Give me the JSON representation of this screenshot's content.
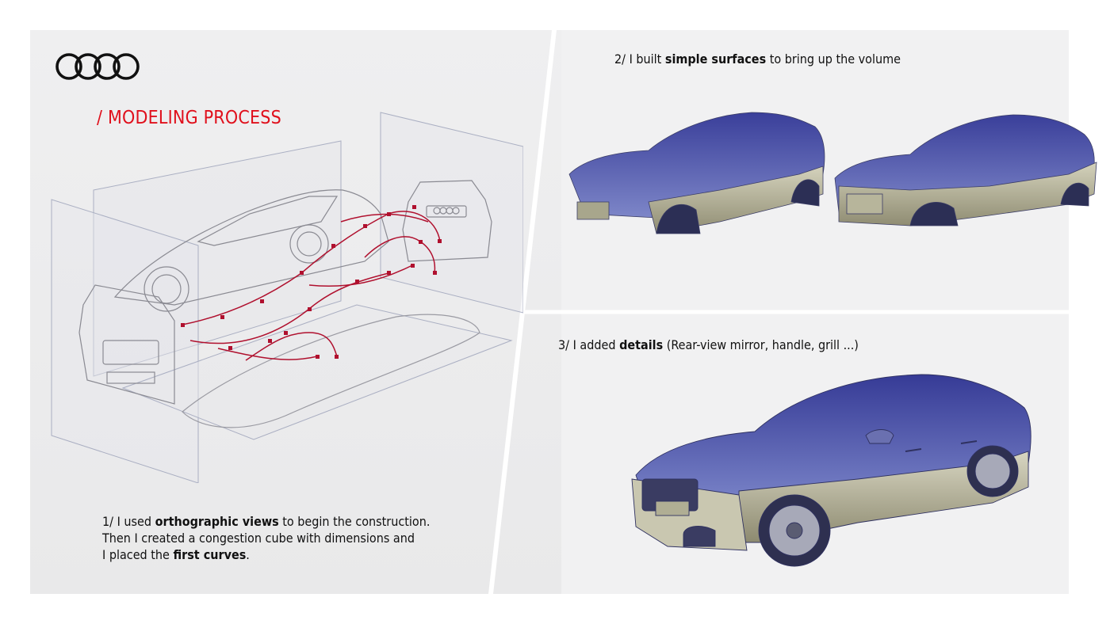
{
  "header": {
    "logo": "audi-four-rings-logo",
    "title": "/ MODELING PROCESS"
  },
  "steps": [
    {
      "lines": [
        [
          {
            "t": "1/ I used ",
            "b": false
          },
          {
            "t": "orthographic views",
            "b": true
          },
          {
            "t": " to begin the construction.",
            "b": false
          }
        ],
        [
          {
            "t": "Then I created a congestion cube with dimensions and",
            "b": false
          }
        ],
        [
          {
            "t": "I placed the ",
            "b": false
          },
          {
            "t": "first curves",
            "b": true
          },
          {
            "t": ".",
            "b": false
          }
        ]
      ]
    },
    {
      "lines": [
        [
          {
            "t": "2/ I built ",
            "b": false
          },
          {
            "t": "simple surfaces",
            "b": true
          },
          {
            "t": " to bring up the volume",
            "b": false
          }
        ]
      ]
    },
    {
      "lines": [
        [
          {
            "t": "3/ I added ",
            "b": false
          },
          {
            "t": "details",
            "b": true
          },
          {
            "t": " (Rear-view mirror, handle, grill ...)",
            "b": false
          }
        ]
      ]
    }
  ],
  "colors": {
    "accent": "#e0101c",
    "curve": "#b0102e",
    "surface_blue": "#4a56b0",
    "surface_gold": "#b8b59a"
  }
}
